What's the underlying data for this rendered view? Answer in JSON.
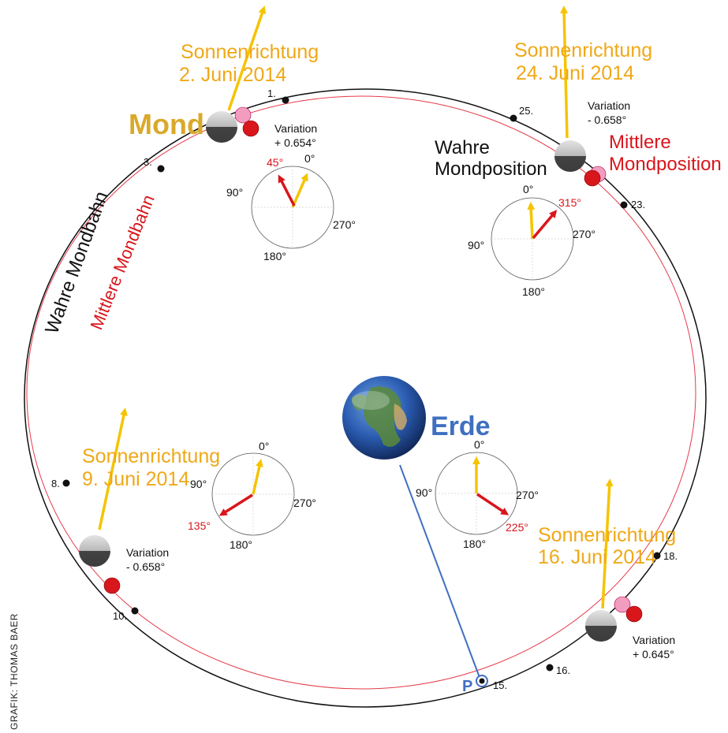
{
  "credit": "GRAFIK: THOMAS BAER",
  "colors": {
    "true_orbit": "#111111",
    "mean_orbit": "#e53a4a",
    "sun_direction": "#f5c400",
    "sun_text": "#f0a818",
    "mean_position": "#d8161c",
    "mean_position_light": "#f29cc0",
    "earth_label": "#3f6fc0"
  },
  "labels": {
    "true_orbit": "Wahre Mondbahn",
    "mean_orbit": "Mittlere Mondbahn",
    "moon": "Mond",
    "earth": "Erde",
    "true_position_l1": "Wahre",
    "true_position_l2": "Mondposition",
    "mean_position_l1": "Mittlere",
    "mean_position_l2": "Mondposition",
    "point_p": "P"
  },
  "sun_directions": {
    "jun2": {
      "l1": "Sonnenrichtung",
      "l2": "2. Juni 2014"
    },
    "jun24": {
      "l1": "Sonnenrichtung",
      "l2": "24. Juni 2014"
    },
    "jun9": {
      "l1": "Sonnenrichtung",
      "l2": "9. Juni 2014"
    },
    "jun16": {
      "l1": "Sonnenrichtung",
      "l2": "16. Juni 2014"
    }
  },
  "variations": {
    "jun2": {
      "l1": "Variation",
      "l2": "+ 0.654°"
    },
    "jun24": {
      "l1": "Variation",
      "l2": "- 0.658°"
    },
    "jun9": {
      "l1": "Variation",
      "l2": "- 0.658°"
    },
    "jun16": {
      "l1": "Variation",
      "l2": "+ 0.645°"
    }
  },
  "dials": {
    "top_left": {
      "top": "0°",
      "left": "90°",
      "right": "270°",
      "bottom": "180°",
      "angle": "45°"
    },
    "top_right": {
      "top": "0°",
      "left": "90°",
      "right": "270°",
      "bottom": "180°",
      "angle": "315°"
    },
    "bottom_left": {
      "top": "0°",
      "left": "90°",
      "right": "270°",
      "bottom": "180°",
      "angle": "135°"
    },
    "bottom_right": {
      "top": "0°",
      "left": "90°",
      "right": "270°",
      "bottom": "180°",
      "angle": "225°"
    }
  },
  "days": [
    "1.",
    "25.",
    "3.",
    "23.",
    "8.",
    "18.",
    "10.",
    "16.",
    "15."
  ]
}
